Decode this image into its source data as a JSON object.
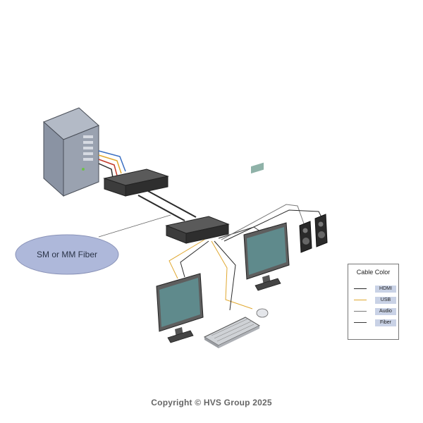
{
  "diagram": {
    "fiber_label": "SM or MM Fiber",
    "copyright": "Copyright © HVS Group 2025"
  },
  "legend": {
    "title": "Cable Color",
    "items": [
      {
        "label": "HDMI",
        "color": "#2b2b2b"
      },
      {
        "label": "USB",
        "color": "#e0a830"
      },
      {
        "label": "Audio",
        "color": "#7a7a7a"
      },
      {
        "label": "Fiber",
        "color": "#3a3a3a"
      }
    ]
  },
  "colors": {
    "tower": "#8a93a3",
    "extender": "#3c3c3c",
    "fiber_ellipse": "#aeb8da",
    "cable_blue": "#3a6fc2",
    "cable_red": "#c23a2a",
    "cable_orange": "#e0a830"
  }
}
